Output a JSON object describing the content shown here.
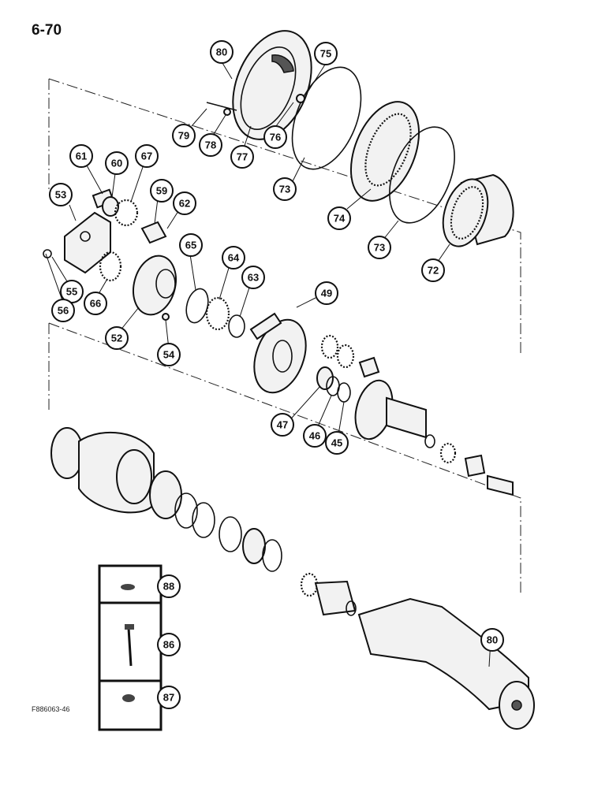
{
  "page": {
    "number": "6-70",
    "figure_code": "F886063-46"
  },
  "callouts": [
    "80",
    "75",
    "79",
    "78",
    "77",
    "76",
    "73",
    "74",
    "73",
    "72",
    "61",
    "60",
    "67",
    "59",
    "62",
    "53",
    "65",
    "64",
    "63",
    "49",
    "55",
    "56",
    "66",
    "52",
    "54",
    "47",
    "46",
    "45",
    "88",
    "86",
    "87",
    "80"
  ]
}
